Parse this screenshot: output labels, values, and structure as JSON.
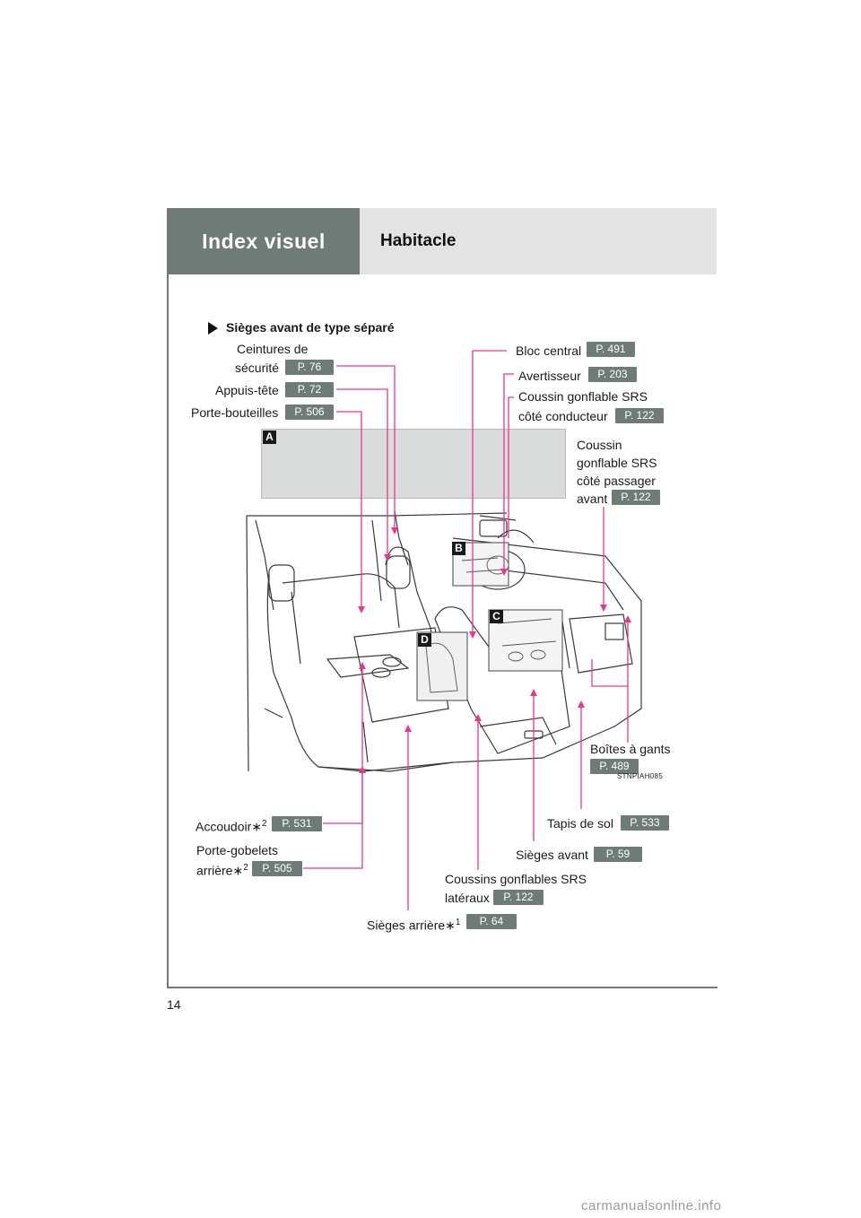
{
  "header": {
    "title": "Index visuel",
    "subtitle": "Habitacle"
  },
  "section": {
    "title": "Sièges avant de type séparé",
    "panel_tag": "A"
  },
  "callouts": {
    "ceintures_l1": "Ceintures de",
    "ceintures_l2": "sécurité",
    "ceintures_page": "P. 76",
    "appuis_label": "Appuis-tête",
    "appuis_page": "P. 72",
    "porteb_label": "Porte-bouteilles",
    "porteb_page": "P. 506",
    "bloc_label": "Bloc central",
    "bloc_page": "P. 491",
    "avert_label": "Avertisseur",
    "avert_page": "P. 203",
    "csrs_l1": "Coussin gonflable SRS",
    "csrs_l2": "côté conducteur",
    "csrs_page": "P. 122",
    "cpass_l1": "Coussin",
    "cpass_l2": "gonflable SRS",
    "cpass_l3": "côté passager",
    "cpass_l4": "avant",
    "cpass_page": "P. 122",
    "boites_label": "Boîtes à gants",
    "boites_page": "P. 489",
    "tapis_label": "Tapis de sol",
    "tapis_page": "P. 533",
    "siegesav_label": "Sièges avant",
    "siegesav_page": "P. 59",
    "coussinslat_l1": "Coussins gonflables SRS",
    "coussinslat_l2": "latéraux",
    "coussinslat_page": "P. 122",
    "siegesar_label": "Sièges arrière",
    "siegesar_note": "1",
    "siegesar_page": "P. 64",
    "accoud_label": "Accoudoir",
    "accoud_note": "2",
    "accoud_page": "P. 531",
    "pgob_l1": "Porte-gobelets",
    "pgob_l2": "arrière",
    "pgob_note": "2",
    "pgob_page": "P. 505"
  },
  "tags": {
    "b": "B",
    "c": "C",
    "d": "D"
  },
  "image_code": "STNPIAH085",
  "page_number": "14",
  "footer_watermark": "carmanualsonline.info",
  "colors": {
    "header_dark": "#6f7b76",
    "header_light": "#e3e3e3",
    "leader": "#e8378f",
    "badge": "#6f7b76"
  }
}
